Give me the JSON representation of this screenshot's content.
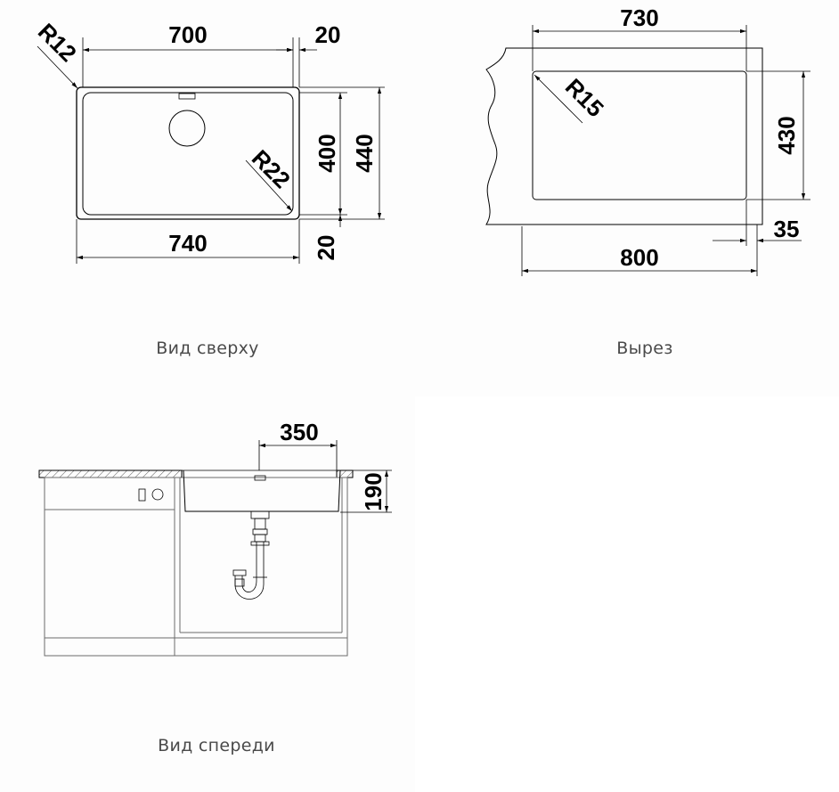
{
  "views": {
    "top": {
      "caption": "Вид сверху",
      "dims": {
        "width_inner": "700",
        "flange_right": "20",
        "radius_outer": "R12",
        "radius_inner": "R22",
        "depth_inner": "400",
        "depth_outer": "440",
        "width_outer": "740",
        "flange_bottom": "20"
      }
    },
    "cutout": {
      "caption": "Вырез",
      "dims": {
        "width_cut": "730",
        "radius": "R15",
        "depth_cut": "430",
        "offset": "35",
        "cabinet_min": "800"
      }
    },
    "front": {
      "caption": "Вид спереди",
      "dims": {
        "bowl_offset": "350",
        "depth": "190"
      }
    }
  }
}
